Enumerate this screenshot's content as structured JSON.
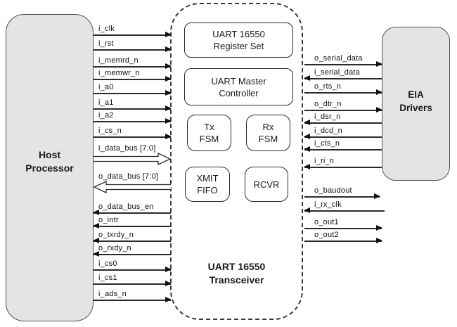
{
  "blocks": {
    "host": {
      "line1": "Host",
      "line2": "Processor"
    },
    "eia": {
      "line1": "EIA",
      "line2": "Drivers"
    },
    "uart_label": {
      "line1": "UART 16550",
      "line2": "Transceiver"
    }
  },
  "modules": {
    "register_set": {
      "line1": "UART 16550",
      "line2": "Register Set"
    },
    "master_controller": {
      "line1": "UART Master",
      "line2": "Controller"
    },
    "tx_fsm": {
      "line1": "Tx",
      "line2": "FSM"
    },
    "rx_fsm": {
      "line1": "Rx",
      "line2": "FSM"
    },
    "xmit_fifo": {
      "line1": "XMIT",
      "line2": "FIFO"
    },
    "rcvr": {
      "line1": "RCVR"
    }
  },
  "left_signals": [
    {
      "label": "i_clk",
      "direction": "to-uart"
    },
    {
      "label": "i_rst",
      "direction": "to-uart"
    },
    {
      "label": "i_memrd_n",
      "direction": "to-uart"
    },
    {
      "label": "i_memwr_n",
      "direction": "to-uart"
    },
    {
      "label": "i_a0",
      "direction": "to-uart"
    },
    {
      "label": "i_a1",
      "direction": "to-uart"
    },
    {
      "label": "i_a2",
      "direction": "to-uart"
    },
    {
      "label": "i_cs_n",
      "direction": "to-uart"
    },
    {
      "label": "i_data_bus [7:0]",
      "direction": "to-uart",
      "bus": true
    },
    {
      "label": "o_data_bus [7:0]",
      "direction": "to-host",
      "bus": true
    },
    {
      "label": "o_data_bus_en",
      "direction": "to-host"
    },
    {
      "label": "o_intr",
      "direction": "to-host"
    },
    {
      "label": "o_txrdy_n",
      "direction": "to-host"
    },
    {
      "label": "o_rxdy_n",
      "direction": "to-host"
    },
    {
      "label": "i_cs0",
      "direction": "to-uart"
    },
    {
      "label": "i_cs1",
      "direction": "to-uart"
    },
    {
      "label": "i_ads_n",
      "direction": "to-uart"
    }
  ],
  "right_signals": [
    {
      "label": "o_serial_data",
      "direction": "to-eia"
    },
    {
      "label": "i_serial_data",
      "direction": "to-uart"
    },
    {
      "label": "o_rts_n",
      "direction": "to-eia"
    },
    {
      "label": "o_dtr_n",
      "direction": "to-eia"
    },
    {
      "label": "i_dsr_n",
      "direction": "to-uart"
    },
    {
      "label": "i_dcd_n",
      "direction": "to-uart"
    },
    {
      "label": "i_cts_n",
      "direction": "to-uart"
    },
    {
      "label": "i_ri_n",
      "direction": "to-uart"
    },
    {
      "label": "o_baudout",
      "direction": "out"
    },
    {
      "label": "i_rx_clk",
      "direction": "in"
    },
    {
      "label": "o_out1",
      "direction": "out"
    },
    {
      "label": "o_out2",
      "direction": "out"
    }
  ],
  "colors": {
    "background": "#ffffff",
    "block_fill": "#e4e4e4",
    "block_border": "#4f4f4f",
    "module_border": "#2b2b2b",
    "wire": "#2b2b2b",
    "text": "#1a1a1a"
  }
}
